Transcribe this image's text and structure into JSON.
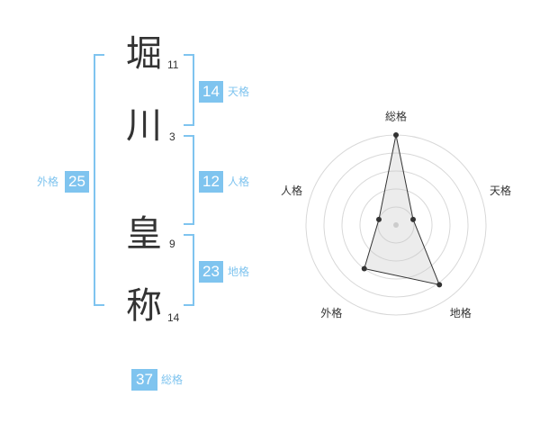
{
  "name": {
    "chars": [
      {
        "char": "堀",
        "strokes": "11"
      },
      {
        "char": "川",
        "strokes": "3"
      },
      {
        "char": "皇",
        "strokes": "9"
      },
      {
        "char": "称",
        "strokes": "14"
      }
    ]
  },
  "fortunes": {
    "tenkaku": {
      "value": "14",
      "label": "天格"
    },
    "jinkaku": {
      "value": "12",
      "label": "人格"
    },
    "chikaku": {
      "value": "23",
      "label": "地格"
    },
    "gaikaku": {
      "value": "25",
      "label": "外格"
    },
    "soukaku": {
      "value": "37",
      "label": "総格"
    }
  },
  "colors": {
    "accent": "#7fc4ef",
    "text": "#333333",
    "ring": "#d8d8d8"
  },
  "chart_data": {
    "type": "radar",
    "axes": [
      "総格",
      "天格",
      "地格",
      "外格",
      "人格"
    ],
    "values": [
      1.0,
      0.2,
      0.82,
      0.6,
      0.2
    ],
    "range": [
      0,
      1
    ],
    "rings": 5
  }
}
